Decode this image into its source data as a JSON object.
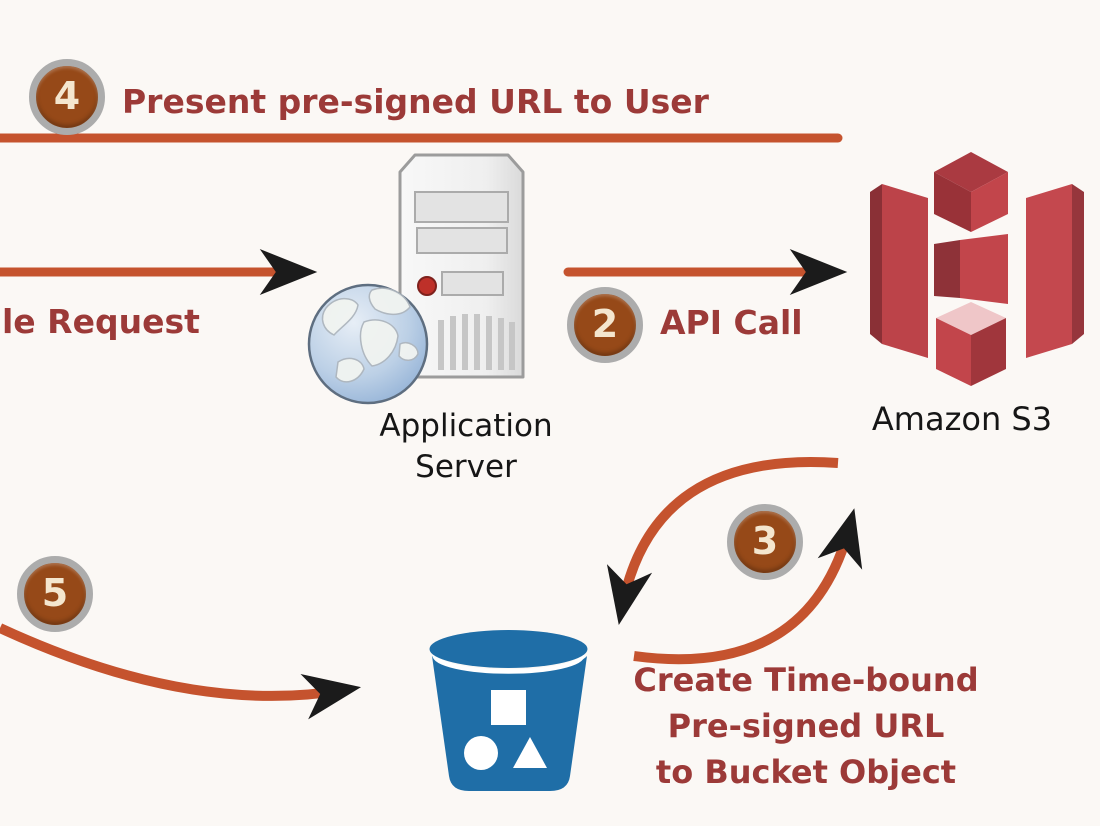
{
  "colors": {
    "background": "#FBF8F5",
    "accent_orange": "#C5532E",
    "label_red": "#9C3A38",
    "badge_fill": "#964918",
    "badge_ring": "#ACACAC",
    "badge_text": "#F4E6CE",
    "black_text": "#161616",
    "arrow_black": "#1B1B1B",
    "bucket_blue": "#1F6EA7",
    "s3_red": "#C2454B"
  },
  "badges": {
    "step2": {
      "number": "2"
    },
    "step3": {
      "number": "3"
    },
    "step4": {
      "number": "4"
    },
    "step5": {
      "number": "5"
    }
  },
  "labels": {
    "present_url": "Present pre-signed URL to User",
    "file_request": "le Request",
    "api_call": "API Call",
    "create_url_line1": "Create Time-bound",
    "create_url_line2": "Pre-signed URL",
    "create_url_line3": "to Bucket Object",
    "app_server_line1": "Application",
    "app_server_line2": "Server",
    "amazon_s3": "Amazon S3"
  },
  "icons": {
    "application_server": "server-tower-icon",
    "client_globe": "globe-icon",
    "amazon_s3": "s3-cubes-icon",
    "bucket": "s3-bucket-icon"
  }
}
